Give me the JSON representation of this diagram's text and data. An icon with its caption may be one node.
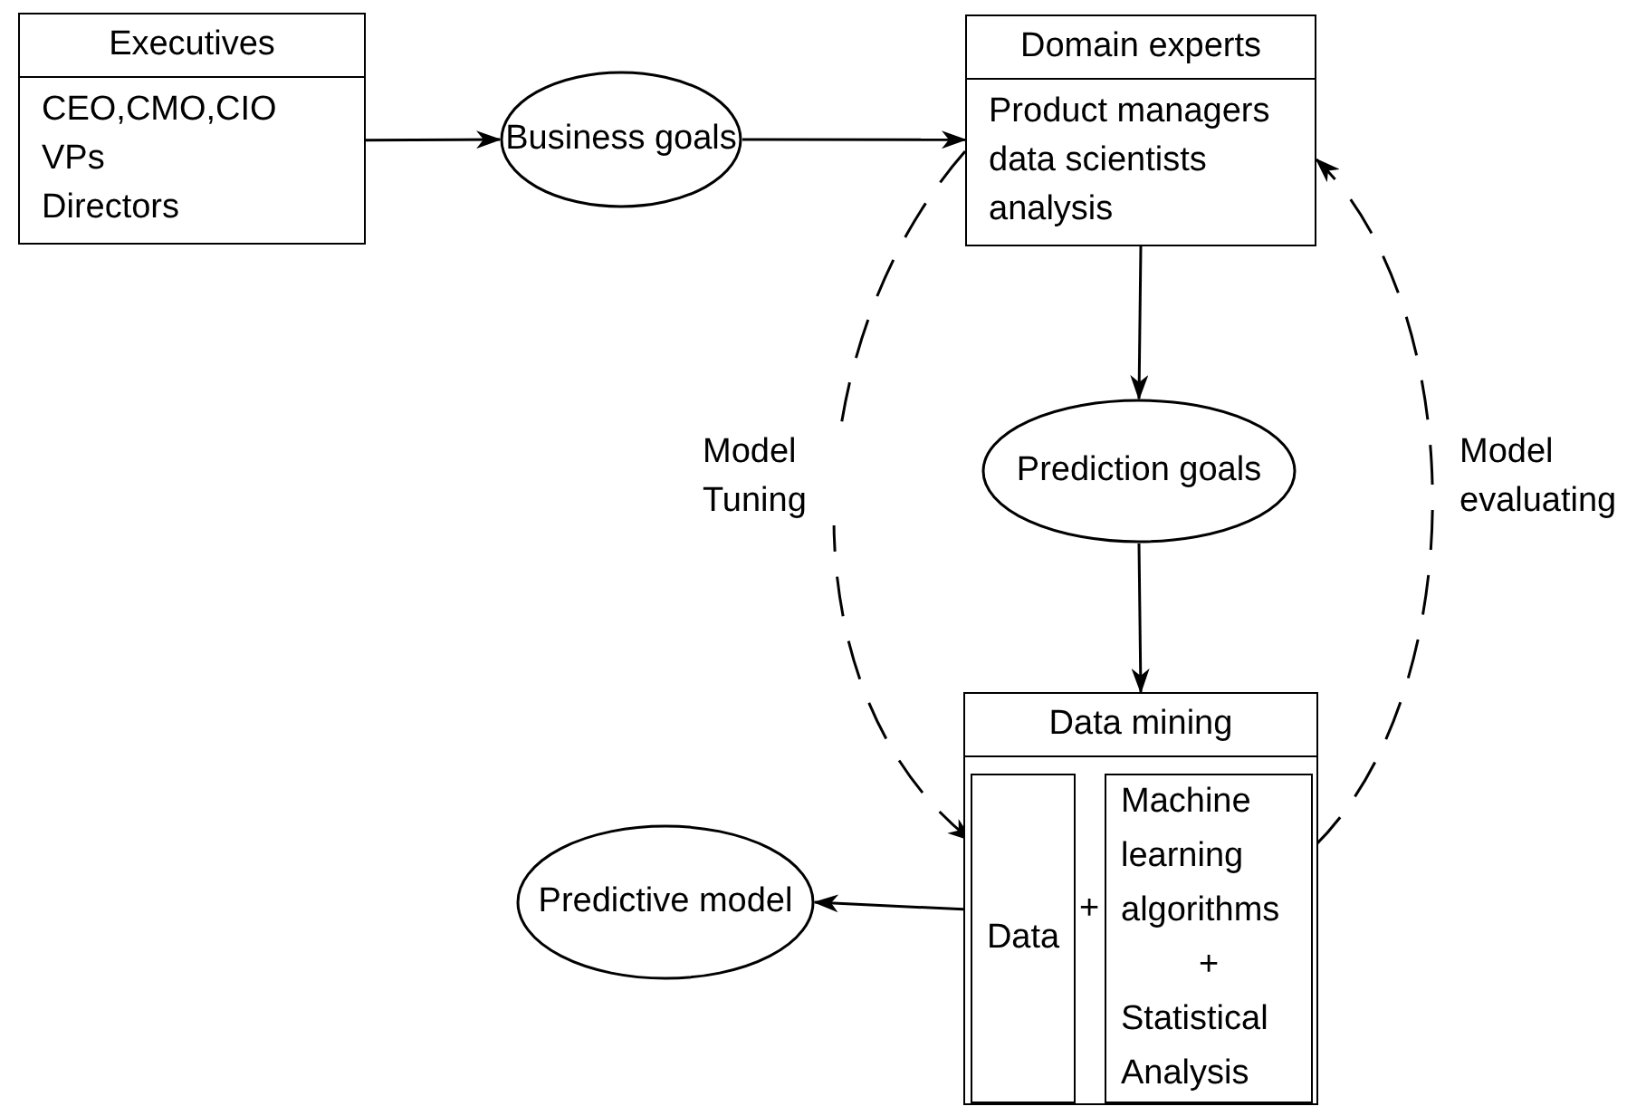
{
  "diagram": {
    "nodes": [
      {
        "text": [
          "Executives",
          "CEO,CMO,CIO",
          "VPs",
          "Directors"
        ]
      },
      {
        "text": [
          "Business goals"
        ]
      },
      {
        "text": [
          "Domain experts",
          "Product managers",
          "data scientists",
          "analysis"
        ]
      },
      {
        "text": [
          "Prediction goals"
        ]
      },
      {
        "text": [
          "Data mining"
        ]
      },
      {
        "text": [
          "Data"
        ],
        "in": 4
      },
      {
        "text": [
          "Machine learning algorithms",
          "+",
          "Statistical Analysis"
        ],
        "in": 4
      },
      {
        "text": [
          "Predictive model"
        ]
      }
    ],
    "edges": [
      {
        "from": 0,
        "to": 1,
        "arrow": "to"
      },
      {
        "from": 1,
        "to": 2,
        "arrow": "to"
      },
      {
        "from": 2,
        "to": 3,
        "arrow": "to"
      },
      {
        "from": 3,
        "to": 4,
        "arrow": "to"
      },
      {
        "from": 4,
        "to": 7,
        "arrow": "to"
      },
      {
        "from": 2,
        "to": 5,
        "arrow": "to",
        "style": "dashed",
        "label": "Model Tuning"
      },
      {
        "from": 6,
        "to": 2,
        "arrow": "to",
        "style": "dashed",
        "label": "Model evaluating"
      }
    ],
    "labels": [
      "+"
    ]
  }
}
